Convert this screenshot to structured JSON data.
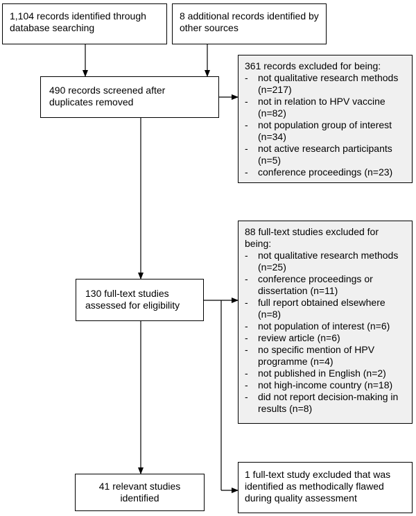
{
  "boxes": {
    "database": "1,104 records identified through database searching",
    "other_sources": "8 additional records identified by other sources",
    "screened": "490 records screened after duplicates removed",
    "fulltext": "130 full-text studies assessed for eligibility",
    "relevant": "41 relevant studies identified"
  },
  "exclusions_screening": {
    "heading": "361 records excluded for being:",
    "items": [
      "not qualitative research methods (n=217)",
      "not in relation to HPV vaccine (n=82)",
      "not population group of interest (n=34)",
      "not active research participants (n=5)",
      "conference proceedings (n=23)"
    ]
  },
  "exclusions_fulltext": {
    "heading": "88 full-text studies excluded for being:",
    "items": [
      "not qualitative research methods (n=25)",
      "conference proceedings or dissertation (n=11)",
      "full report obtained elsewhere (n=8)",
      "not population of interest (n=6)",
      "review article (n=6)",
      "no specific mention of HPV programme (n=4)",
      "not published in English (n=2)",
      "not high-income country (n=18)",
      "did not report decision-making in results (n=8)"
    ]
  },
  "exclusion_quality": "1 full-text study excluded that was identified as methodically flawed during quality assessment"
}
